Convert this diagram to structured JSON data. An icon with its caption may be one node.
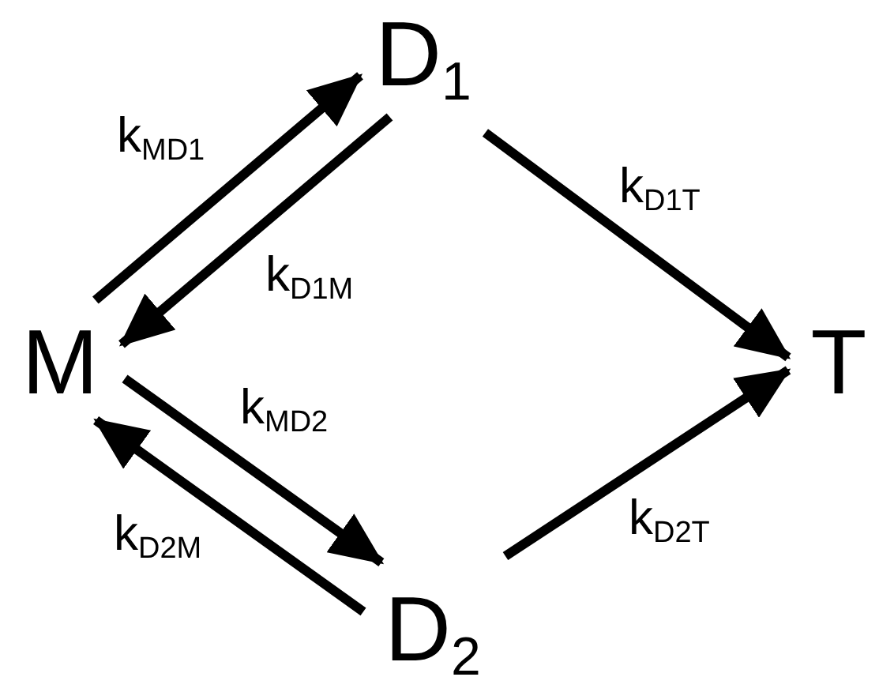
{
  "diagram": {
    "nodes": [
      {
        "text": [
          "M"
        ]
      },
      {
        "text": [
          "D$_{1}$"
        ]
      },
      {
        "text": [
          "D$_{2}$"
        ]
      },
      {
        "text": [
          "T"
        ]
      }
    ],
    "edges": [
      {
        "from": 0,
        "to": 1,
        "arrow": "to",
        "label": "k$_{MD1}$"
      },
      {
        "from": 1,
        "to": 0,
        "arrow": "to",
        "label": "k$_{D1M}$"
      },
      {
        "from": 1,
        "to": 3,
        "arrow": "to",
        "label": "k$_{D1T}$"
      },
      {
        "from": 0,
        "to": 2,
        "arrow": "to",
        "label": "k$_{MD2}$"
      },
      {
        "from": 2,
        "to": 0,
        "arrow": "to",
        "label": "k$_{D2M}$"
      },
      {
        "from": 2,
        "to": 3,
        "arrow": "to",
        "label": "k$_{D2T}$"
      }
    ]
  }
}
